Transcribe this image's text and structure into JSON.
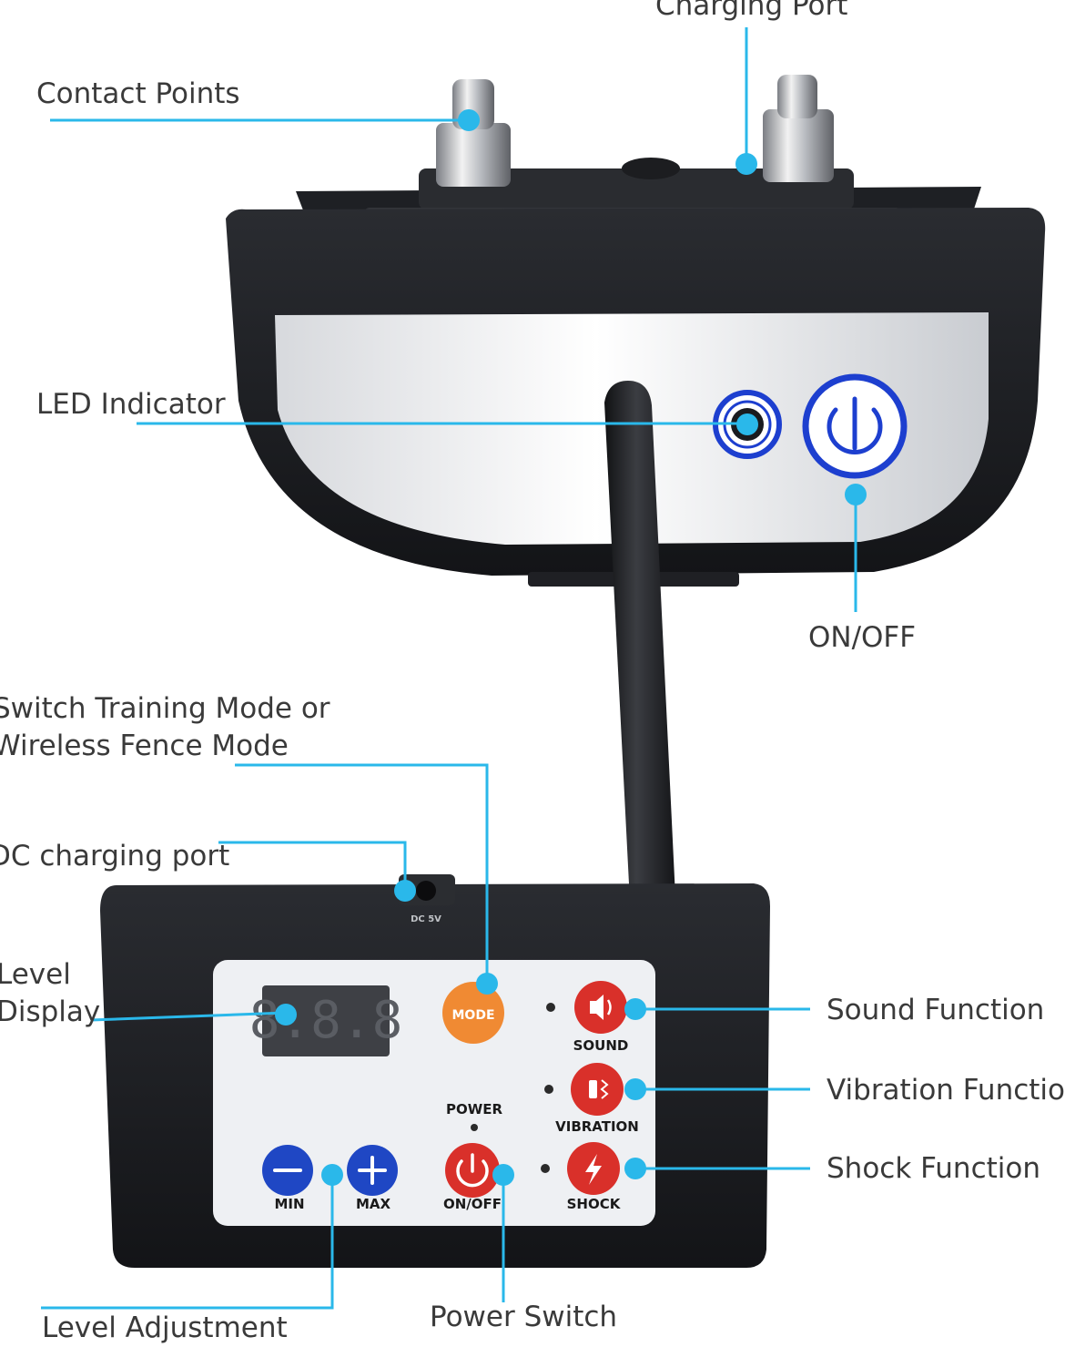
{
  "colors": {
    "callout": "#2ab8ea",
    "device_body": "#1b1d21",
    "panel": "#eef0f3",
    "blue_ring": "#1d3fcf",
    "red_button": "#d9302a",
    "orange_button": "#f08a33",
    "blue_button": "#1f47c4",
    "segment_display": "#3e4045",
    "text": "#3a3a3a"
  },
  "callouts": {
    "charging_port": "Charging Port",
    "contact_points": "Contact Points",
    "led_indicator": "LED Indicator",
    "on_off": "ON/OFF",
    "switch_mode": "Switch Training Mode or\nWireless Fence Mode",
    "dc_charging_port": "DC charging port",
    "level_display": "Level\nDisplay",
    "sound_function": "Sound Function",
    "vibration_function": "Vibration Function",
    "shock_function": "Shock Function",
    "level_adjustment": "Level Adjustment",
    "power_switch": "Power Switch"
  },
  "remote": {
    "display_digits": "8.8.8",
    "mode_label": "MODE",
    "power_label": "POWER",
    "sound_label": "SOUND",
    "vibration_label": "VIBRATION",
    "shock_label": "SHOCK",
    "min_label": "MIN",
    "max_label": "MAX",
    "onoff_label": "ON/OFF",
    "port_marking": "DC 5V"
  },
  "icons": {
    "power": "power-icon",
    "sound": "speaker-icon",
    "vibration": "vibration-icon",
    "shock": "lightning-icon",
    "minus": "minus-icon",
    "plus": "plus-icon"
  }
}
